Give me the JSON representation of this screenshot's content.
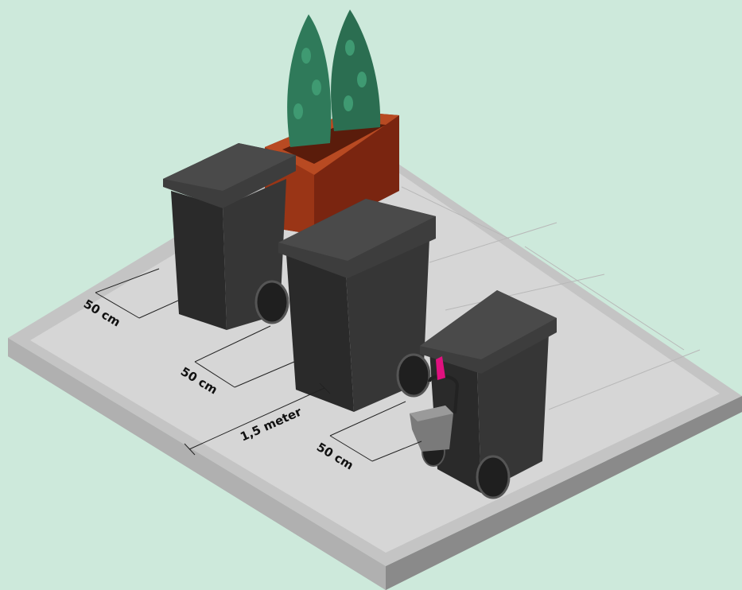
{
  "colors": {
    "background": "#cde9db",
    "pavement_top": "#d9d9d9",
    "pavement_edge": "#bdbdbd",
    "bin_body": "#2e2e2e",
    "bin_lid": "#3d3d3d",
    "planter": "#8b2e12",
    "plant": "#2f7a5a",
    "tag": "#e0117f"
  },
  "labels": {
    "spacing_back_bin": "50 cm",
    "spacing_middle_bin": "50 cm",
    "spacing_front_bin": "50 cm",
    "distance_between": "1,5 meter"
  },
  "icons": [
    "waste-bin-icon",
    "planter-icon",
    "plant-icon",
    "kitchen-caddy-icon",
    "tag-icon"
  ]
}
